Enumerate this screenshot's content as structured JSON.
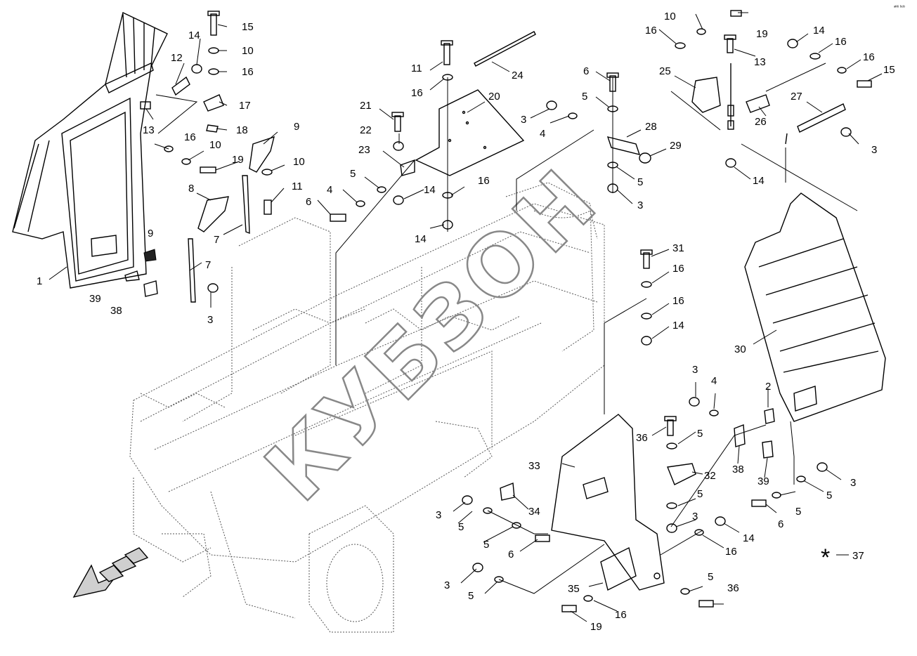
{
  "watermark": "КУБЗОН",
  "corner_mark": "ᵃᴷᴷ ᵇᵒᵇ",
  "legend": {
    "symbol": "*",
    "number": "37"
  },
  "labels": [
    "1",
    "2",
    "3",
    "4",
    "5",
    "6",
    "7",
    "8",
    "9",
    "10",
    "11",
    "12",
    "13",
    "14",
    "15",
    "16",
    "17",
    "18",
    "19",
    "20",
    "21",
    "22",
    "23",
    "24",
    "25",
    "26",
    "27",
    "28",
    "29",
    "30",
    "31",
    "32",
    "33",
    "34",
    "35",
    "36",
    "37",
    "38",
    "39"
  ]
}
